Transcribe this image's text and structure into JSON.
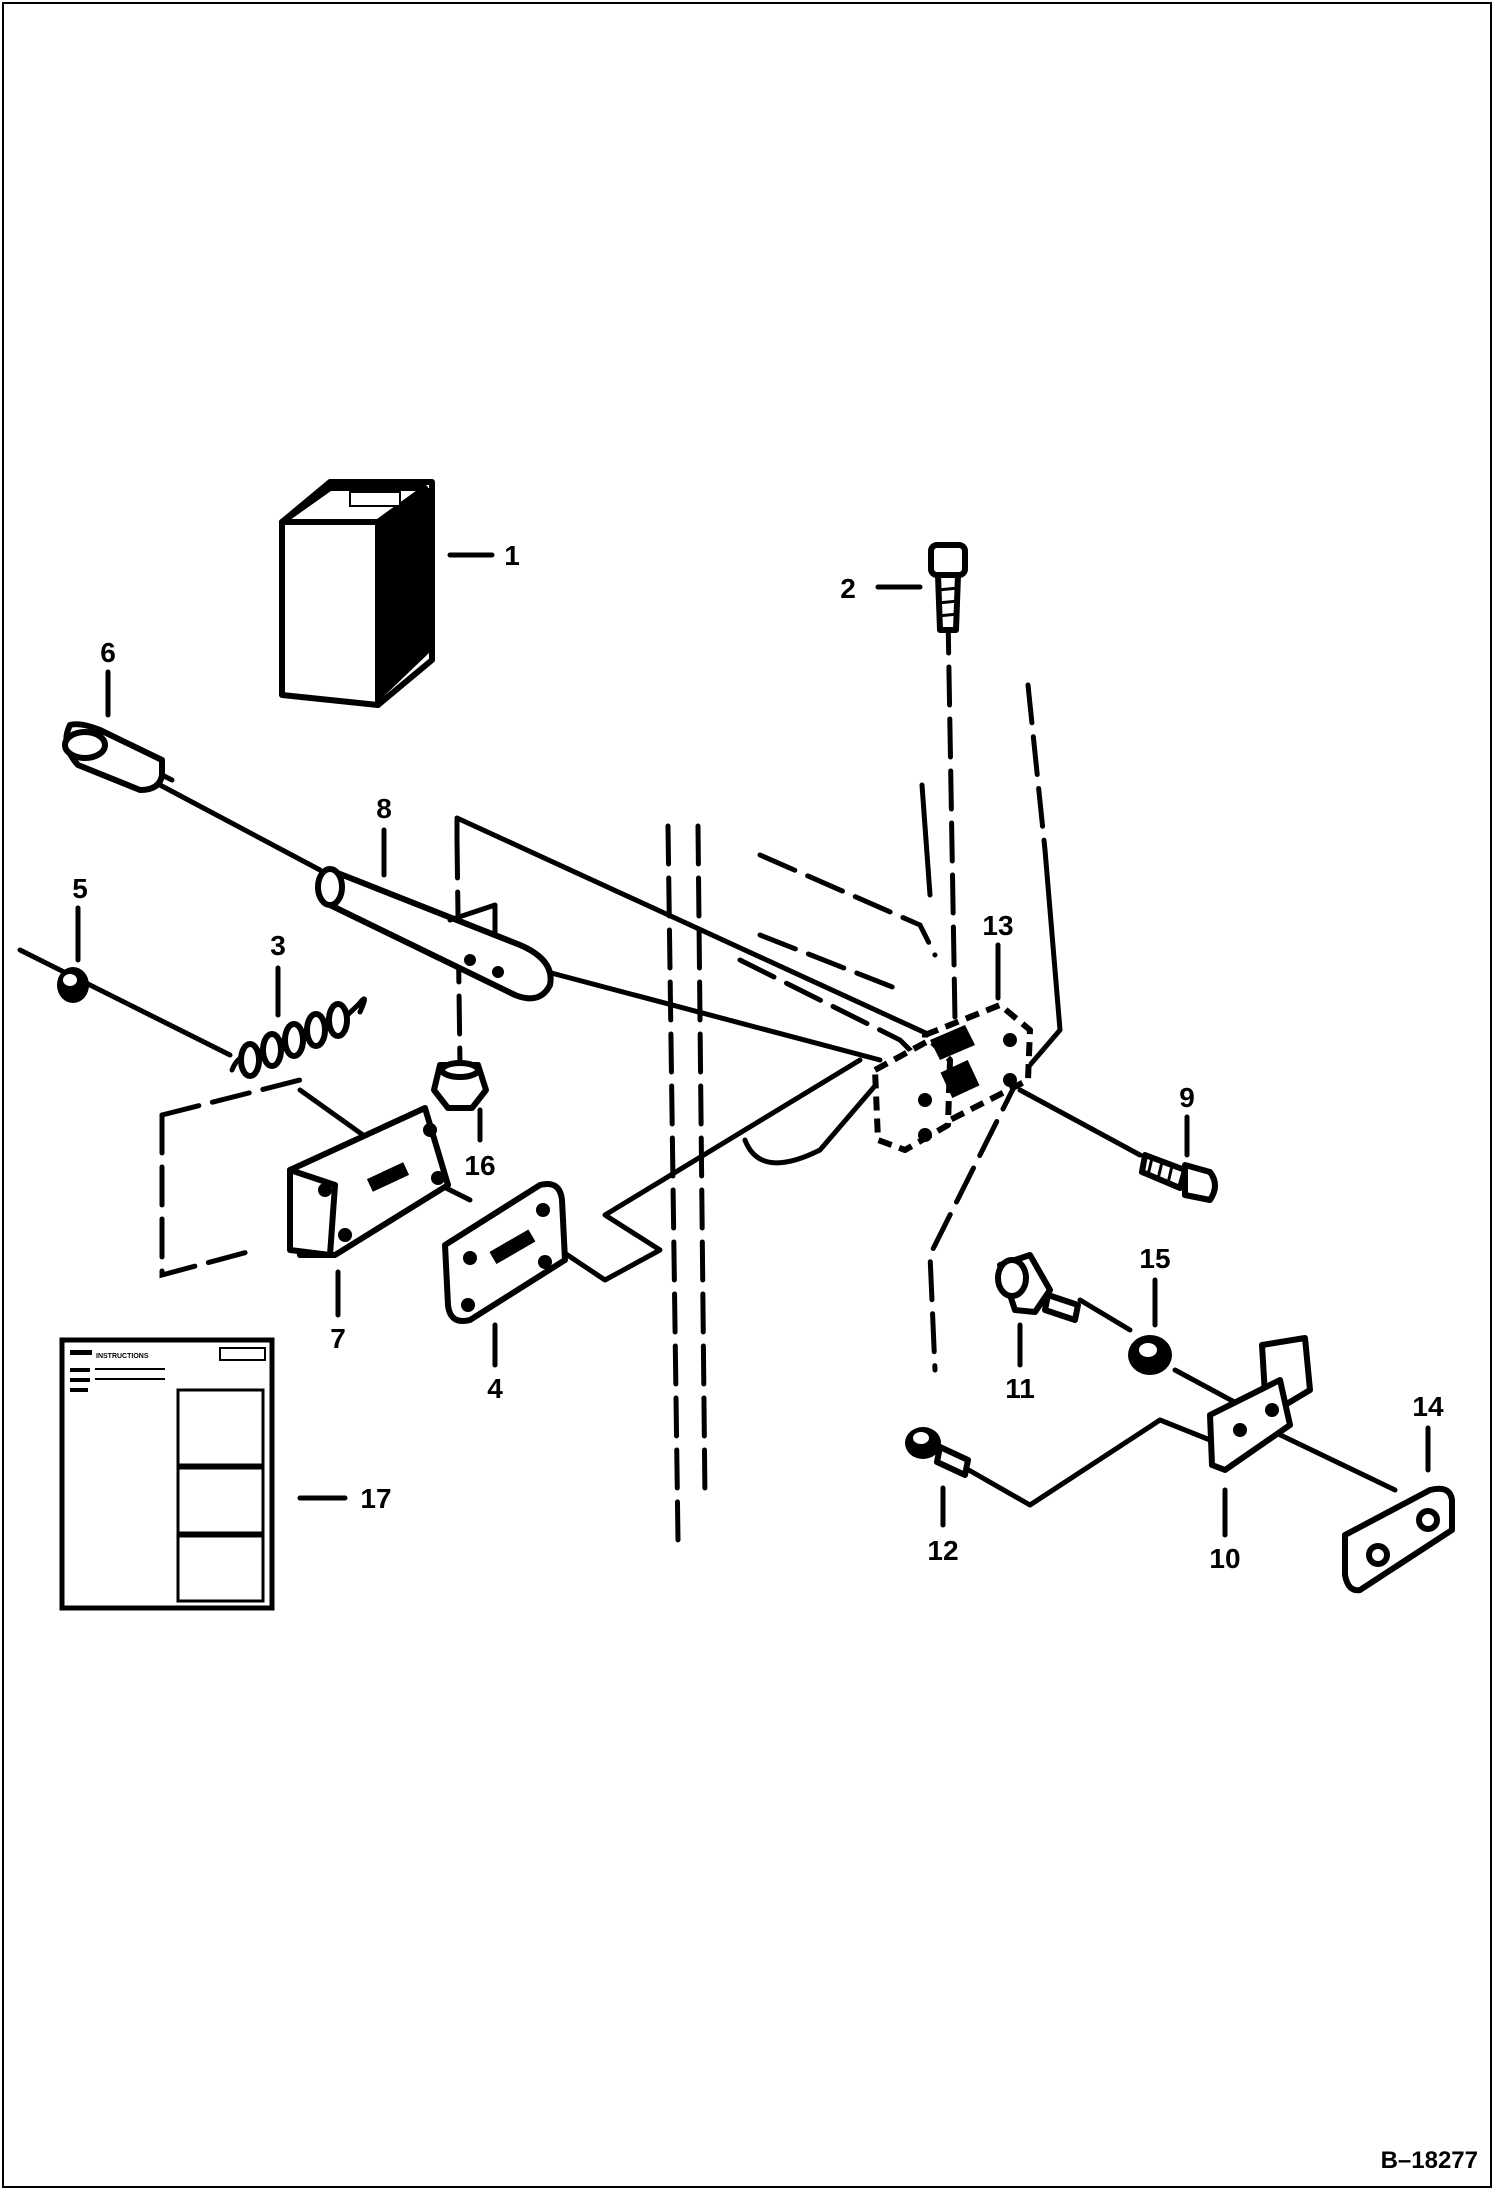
{
  "callouts": [
    {
      "id": "1",
      "label": "1"
    },
    {
      "id": "2",
      "label": "2"
    },
    {
      "id": "3",
      "label": "3"
    },
    {
      "id": "4",
      "label": "4"
    },
    {
      "id": "5",
      "label": "5"
    },
    {
      "id": "6",
      "label": "6"
    },
    {
      "id": "7",
      "label": "7"
    },
    {
      "id": "8",
      "label": "8"
    },
    {
      "id": "9",
      "label": "9"
    },
    {
      "id": "10",
      "label": "10"
    },
    {
      "id": "11",
      "label": "11"
    },
    {
      "id": "12",
      "label": "12"
    },
    {
      "id": "13",
      "label": "13"
    },
    {
      "id": "14",
      "label": "14"
    },
    {
      "id": "15",
      "label": "15"
    },
    {
      "id": "16",
      "label": "16"
    },
    {
      "id": "17",
      "label": "17"
    }
  ],
  "instruction_sheet": {
    "heading": "INSTRUCTIONS"
  },
  "figure_ref": "B–18277",
  "colors": {
    "ink": "#000000",
    "paper": "#ffffff"
  }
}
